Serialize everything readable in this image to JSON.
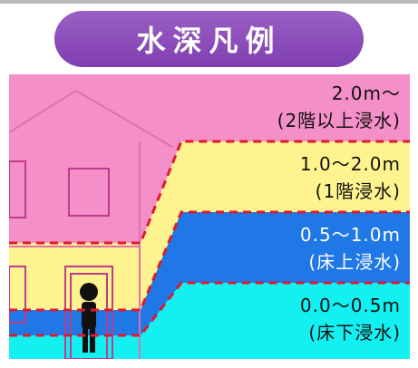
{
  "title": "水深凡例",
  "colors": {
    "title_bg": "#8a4db8",
    "band_1": "#f48fc8",
    "band_2": "#fff38f",
    "band_3": "#1f78e6",
    "band_4": "#13f0f2",
    "boundary_line": "#dd1a2f"
  },
  "bands": [
    {
      "range": "2.0m～",
      "note": "(2階以上浸水)"
    },
    {
      "range": "1.0～2.0m",
      "note": "(1階浸水)"
    },
    {
      "range": "0.5～1.0m",
      "note": "(床上浸水)"
    },
    {
      "range": "0.0～0.5m",
      "note": "(床下浸水)"
    }
  ]
}
